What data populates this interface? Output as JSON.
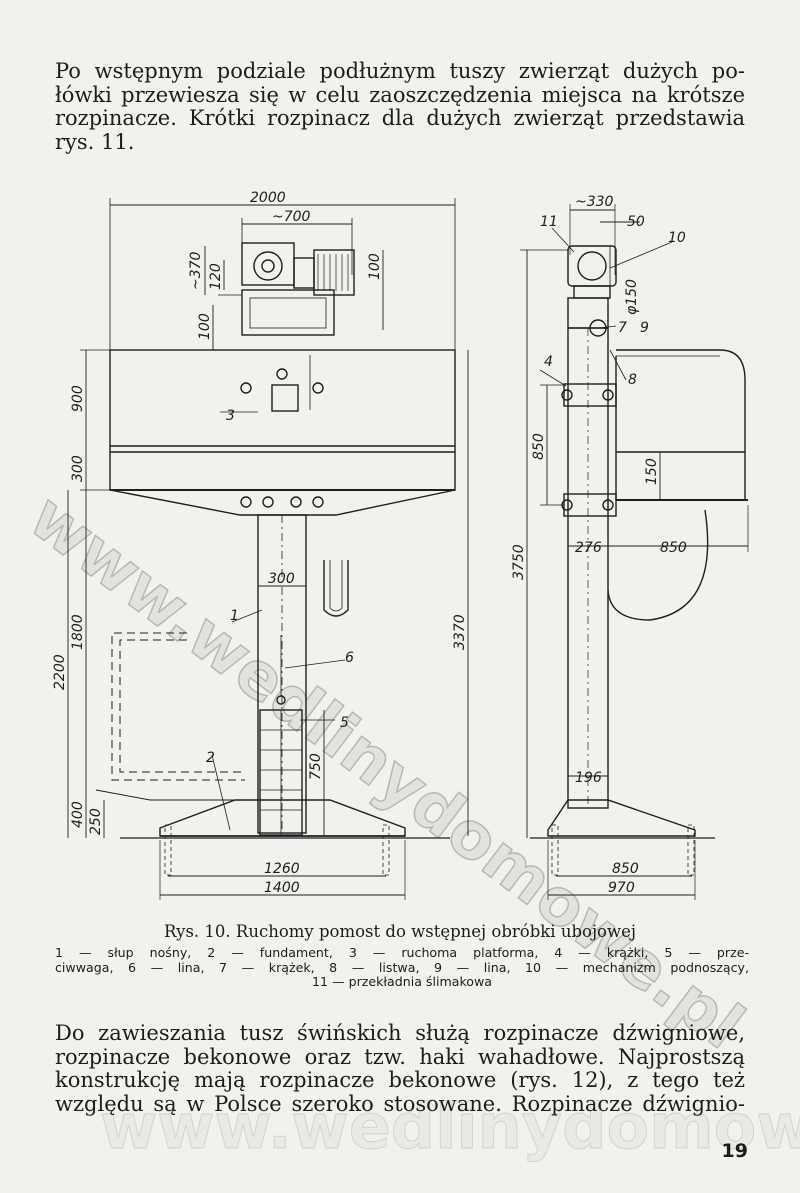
{
  "paragraph_top": {
    "lines": [
      "Po wstępnym podziale podłużnym tuszy zwierząt dużych po-",
      "łówki przewiesza się w celu zaoszczędzenia miejsca na krótsze",
      "rozpinacze. Krótki rozpinacz dla dużych zwierząt przedstawia",
      "rys. 11."
    ]
  },
  "figure": {
    "front_view": {
      "dim_2000": "2000",
      "dim_700": "~700",
      "dim_370": "~370",
      "dim_120": "120",
      "dim_100_right": "100",
      "dim_100_left": "100",
      "dim_900": "900",
      "dim_300_left": "300",
      "dim_1800": "1800",
      "dim_2200": "2200",
      "dim_400": "400",
      "dim_250": "250",
      "dim_300_inner": "300",
      "dim_750": "750",
      "dim_3370": "3370",
      "dim_1260": "1260",
      "dim_1400": "1400",
      "label_1": "1",
      "label_2": "2",
      "label_3": "3",
      "label_5": "5",
      "label_6": "6"
    },
    "side_view": {
      "dim_330": "~330",
      "dim_50": "50",
      "dim_150_dia": "φ150",
      "dim_850_vert": "850",
      "dim_150": "150",
      "dim_3750": "3750",
      "dim_276": "276",
      "dim_850_plat": "850",
      "dim_196": "196",
      "dim_850_base": "850",
      "dim_970": "970",
      "label_4": "4",
      "label_7": "7",
      "label_8": "8",
      "label_9": "9",
      "label_10": "10",
      "label_11": "11"
    }
  },
  "caption": {
    "title": "Rys. 10. Ruchomy pomost do wstępnej obróbki ubojowej",
    "legend_lines": [
      "1 — słup nośny, 2 — fundament, 3 — ruchoma platforma, 4 — krążki, 5 — prze-",
      "ciwwaga, 6 — lina, 7 — krążek, 8 — listwa, 9 — lina, 10 — mechanizm podnoszący,",
      "11 — przekładnia ślimakowa"
    ]
  },
  "paragraph_bottom": {
    "lines": [
      "Do zawieszania tusz świńskich służą rozpinacze dźwigniowe,",
      "rozpinacze bekonowe oraz tzw. haki wahadłowe. Najprostszą",
      "konstrukcję mają rozpinacze bekonowe (rys. 12), z tego też",
      "względu są w Polsce szeroko stosowane. Rozpinacze dźwignio-"
    ]
  },
  "page_number": "19",
  "watermark": "www.wedlinydomowe.pl"
}
